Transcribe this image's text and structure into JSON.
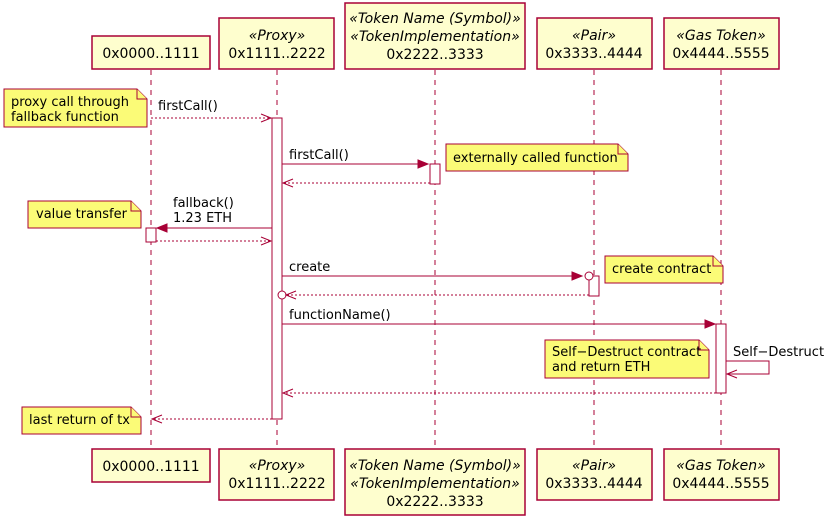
{
  "participants": [
    {
      "stereotype": [],
      "name": "0x0000..1111"
    },
    {
      "stereotype": [
        "«Proxy»"
      ],
      "name": "0x1111..2222"
    },
    {
      "stereotype": [
        "«Token Name (Symbol)»",
        "«TokenImplementation»"
      ],
      "name": "0x2222..3333"
    },
    {
      "stereotype": [
        "«Pair»"
      ],
      "name": "0x3333..4444"
    },
    {
      "stereotype": [
        "«Gas Token»"
      ],
      "name": "0x4444..5555"
    }
  ],
  "messages": {
    "first_call_proxy": "firstCall()",
    "first_call_token": "firstCall()",
    "fallback": [
      "fallback()",
      "1.23 ETH"
    ],
    "create": "create",
    "function_name": "functionName()",
    "self_destruct": "Self−Destruct"
  },
  "notes": {
    "proxy_call": [
      "proxy call through",
      "fallback function"
    ],
    "external_call": "externally called function",
    "value_transfer": "value transfer",
    "create_contract": "create contract",
    "self_destruct_contract": [
      "Self−Destruct contract",
      "and return ETH"
    ],
    "last_return": "last return of tx"
  }
}
